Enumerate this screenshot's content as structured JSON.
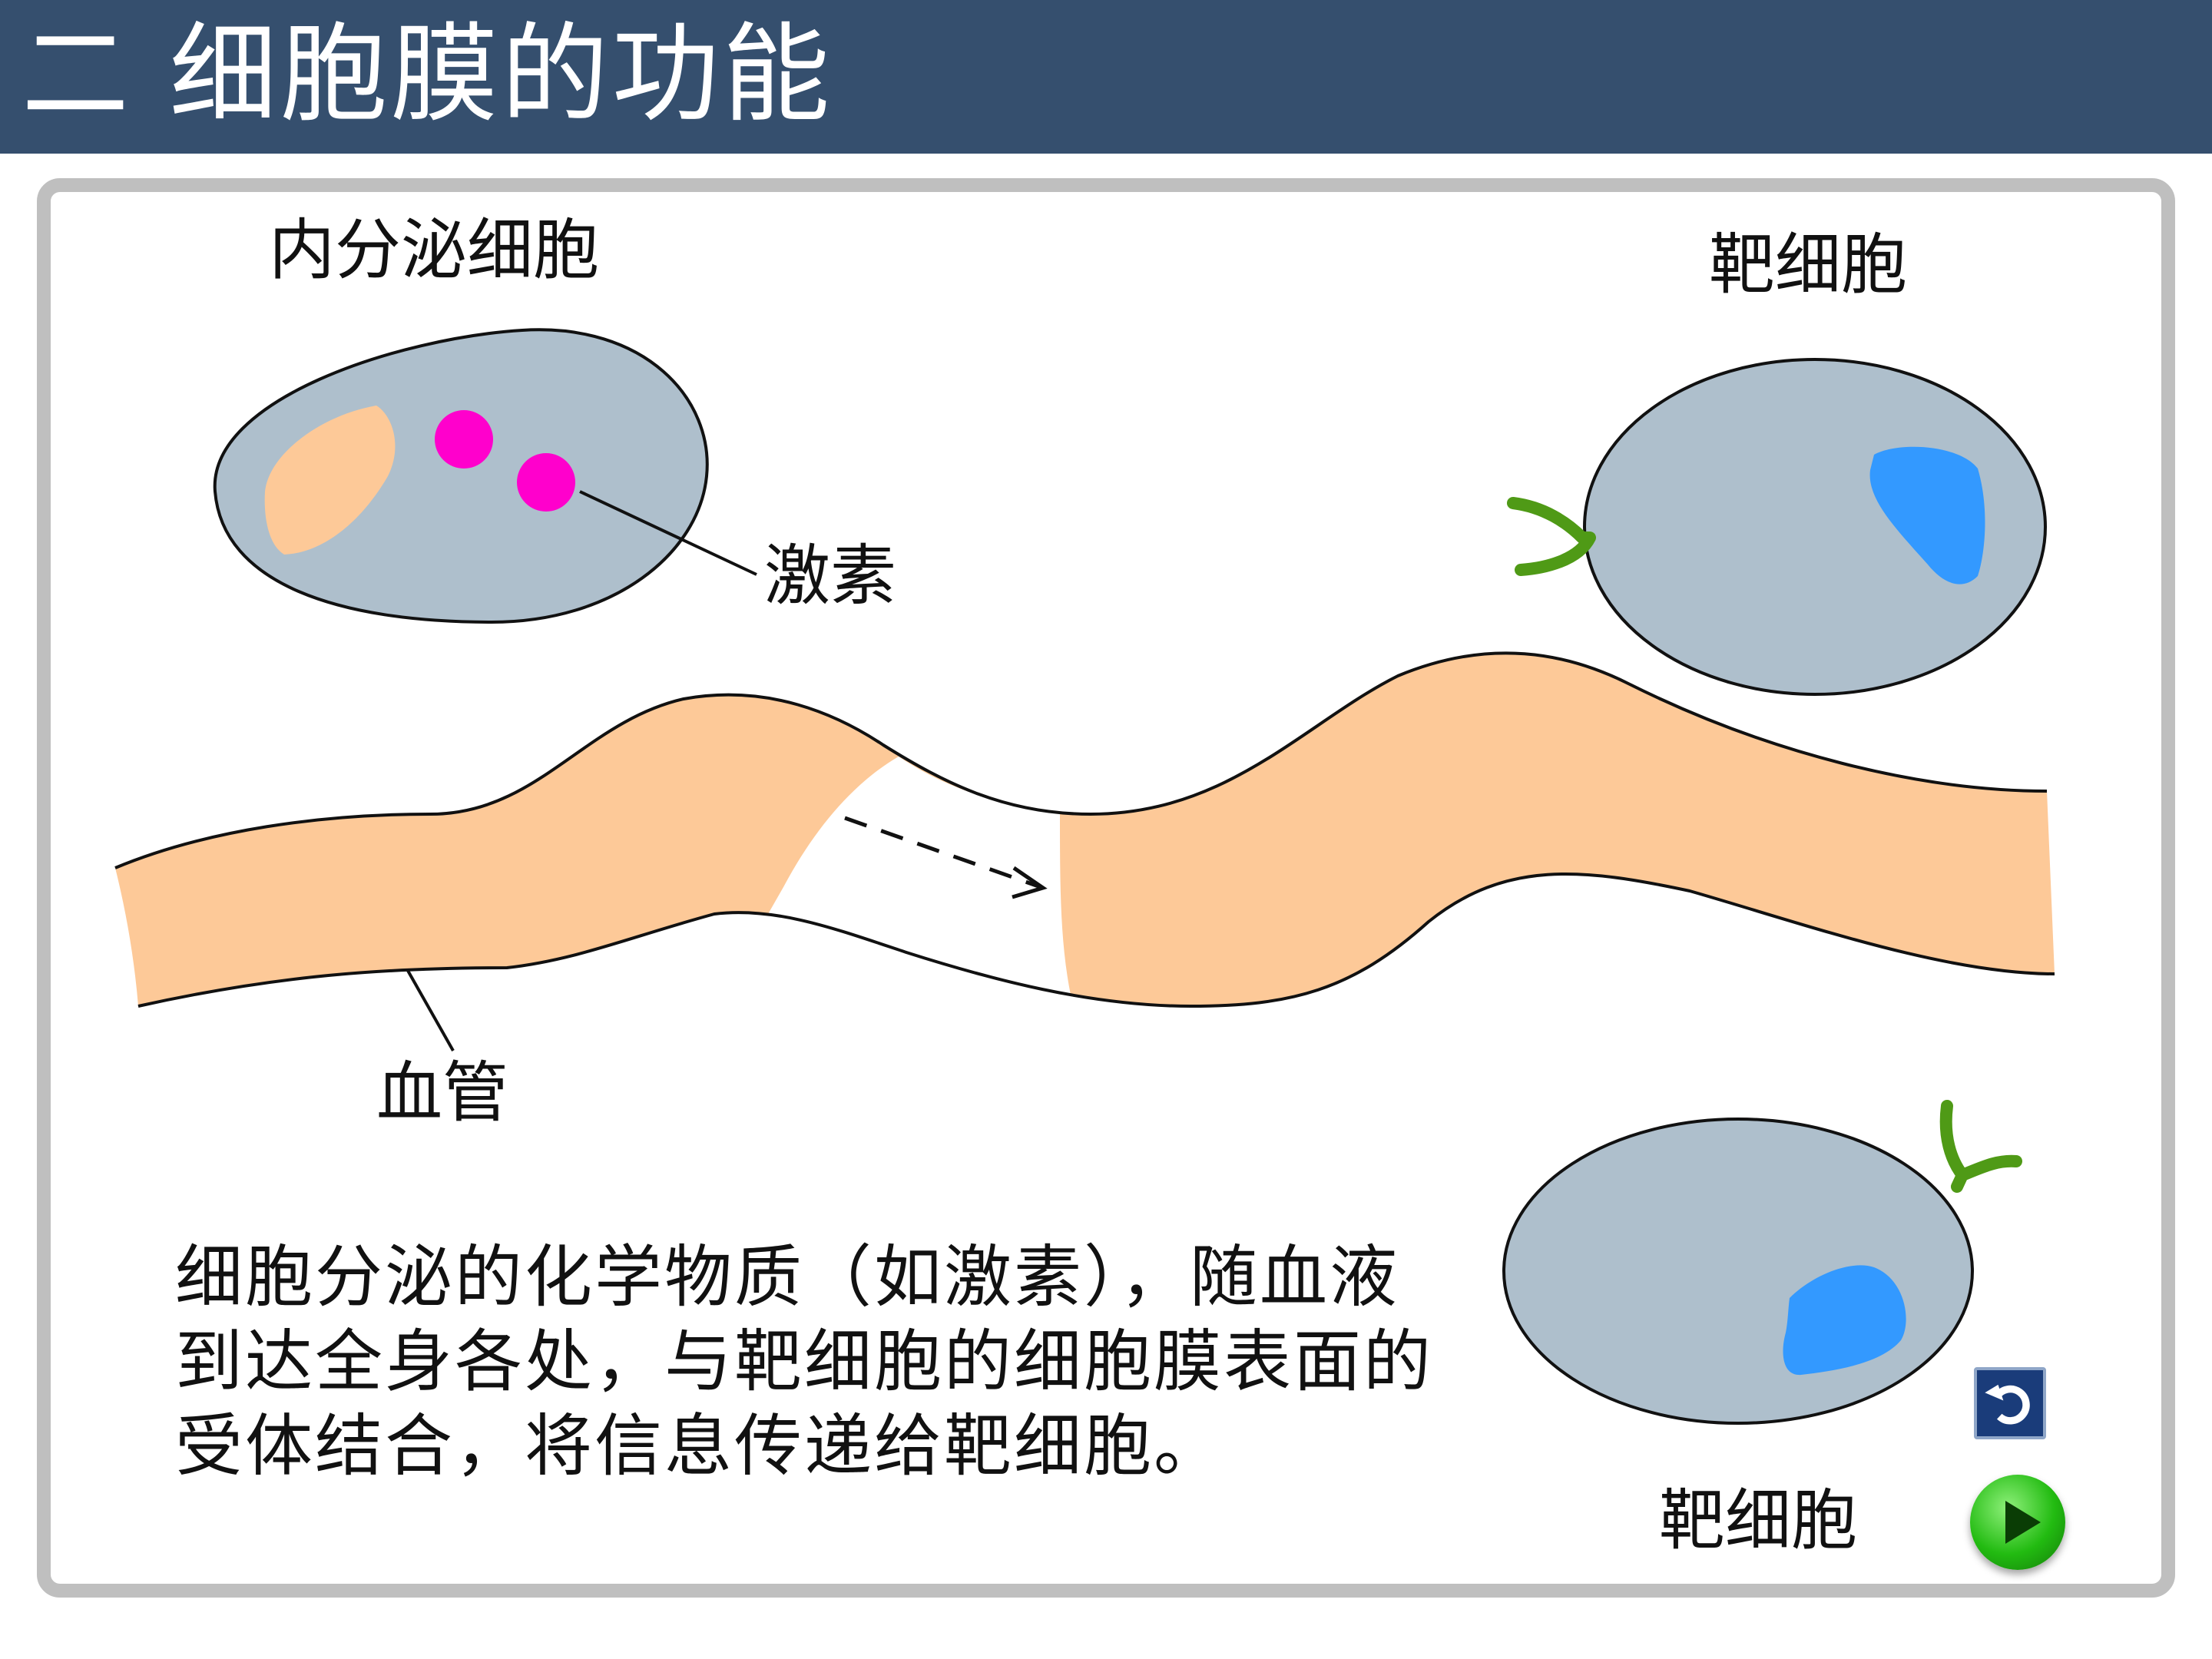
{
  "header": {
    "title": "二 细胞膜的功能"
  },
  "labels": {
    "secretory_cell": "内分泌细胞",
    "target_cell_top": "靶细胞",
    "hormone": "激素",
    "blood_vessel": "血管",
    "target_cell_bottom": "靶细胞"
  },
  "caption": "细胞分泌的化学物质（如激素），随血液到达全身各处，与靶细胞的细胞膜表面的受体结合，将信息传递给靶细胞。",
  "colors": {
    "header_bg": "#354f6e",
    "cell_fill": "#aebfcc",
    "vessel_fill": "#fdc998",
    "hormone": "#ff00cc",
    "nucleus_target": "#3399ff",
    "nucleus_secretory": "#fdc998",
    "receptor": "#4f9a16",
    "play_button": "#22bb11"
  },
  "icons": {
    "replay": "replay-icon",
    "play": "play-icon"
  }
}
